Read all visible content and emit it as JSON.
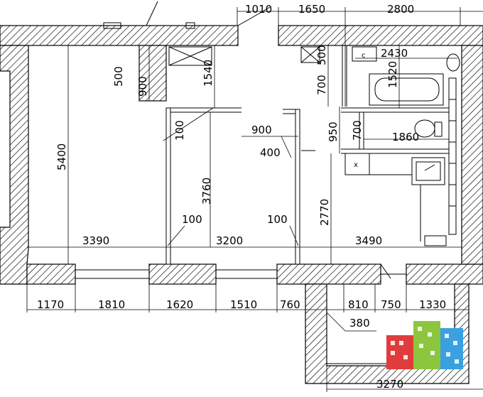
{
  "dimensions": {
    "top": [
      "1010",
      "1650",
      "2800"
    ],
    "bottom_row": [
      "1170",
      "1810",
      "1620",
      "1510",
      "760",
      "810",
      "750",
      "1330"
    ],
    "balcony_width": "3270",
    "balcony_offset": "380",
    "room1": {
      "width": "3390",
      "height": "5400",
      "niche_a": "500",
      "niche_b": "900"
    },
    "room2": {
      "width": "3200",
      "height": "3760",
      "niche_height": "1540",
      "wall_thickness": "100",
      "partition_thickness": "100"
    },
    "corridor": {
      "opening": "900",
      "partition": "400",
      "partition_thickness": "100"
    },
    "kitchen": {
      "width": "3490",
      "height": "2770",
      "offset": "950"
    },
    "bathroom": {
      "width": "2430",
      "height": "1520",
      "niche_a": "500",
      "niche_b": "700"
    },
    "toilet": {
      "width": "1860",
      "height": "700"
    }
  },
  "fixtures": {
    "stove_label": "c",
    "cabinet_label": "x"
  },
  "colors": {
    "logo_red": "#e03c3c",
    "logo_green": "#8cc63e",
    "logo_blue": "#3aa0e0"
  }
}
